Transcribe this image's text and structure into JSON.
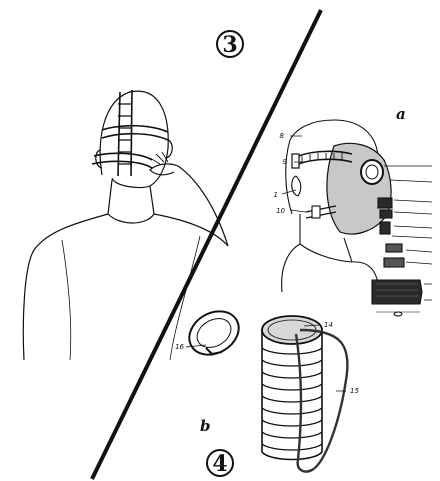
{
  "panels": {
    "three": {
      "badge": "3"
    },
    "four": {
      "badge": "4"
    }
  },
  "letters": {
    "a": "a",
    "b": "b"
  },
  "callouts": {
    "n1": "1",
    "n8": "8",
    "n9": "9",
    "n10": "10",
    "n14": "14",
    "n15": "15",
    "n16": "16"
  },
  "colors": {
    "ink": "#111111",
    "paper": "#ffffff",
    "filter_dark": "#2a2a2a"
  }
}
